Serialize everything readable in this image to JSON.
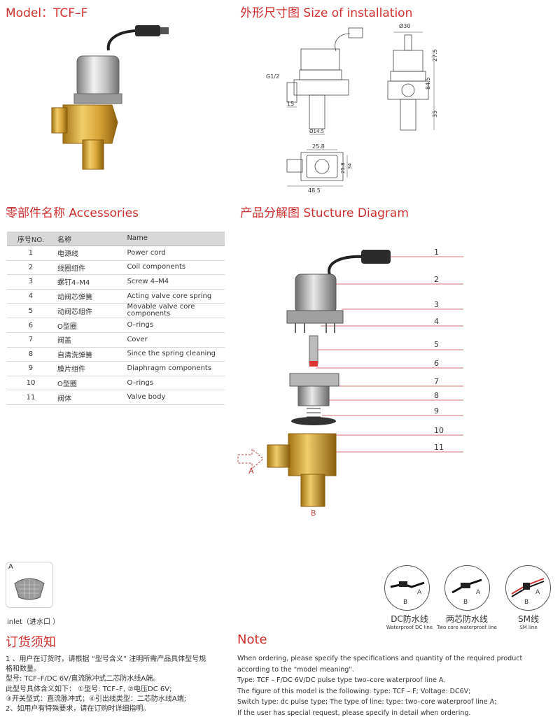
{
  "model_title": "Model：TCF–F",
  "size_title": "外形尺寸图 Size of installation",
  "accessories_title": "零部件名称 Accessories",
  "structure_title": "产品分解图 Stucture Diagram",
  "dimensions": {
    "phi30": "Ø30",
    "g12": "G1/2",
    "d15": "15",
    "phi145": "Ø14.5",
    "d275": "27.5",
    "d845": "84.5",
    "d35": "35",
    "d258a": "25.8",
    "d258b": "25.8",
    "d34": "34",
    "d485": "48.5"
  },
  "table": {
    "headers": [
      "序号NO.",
      "名称",
      "Name"
    ],
    "rows": [
      {
        "no": "1",
        "cn": "电源线",
        "en": "Power cord"
      },
      {
        "no": "2",
        "cn": "线圈组件",
        "en": "Coil components"
      },
      {
        "no": "3",
        "cn": "螺钉4–M4",
        "en": "Screw 4–M4"
      },
      {
        "no": "4",
        "cn": "动阀芯弹簧",
        "en": "Acting valve core spring"
      },
      {
        "no": "5",
        "cn": "动阀芯组件",
        "en": "Movable valve core components"
      },
      {
        "no": "6",
        "cn": "O型圈",
        "en": "O–rings"
      },
      {
        "no": "7",
        "cn": "阀盖",
        "en": "Cover"
      },
      {
        "no": "8",
        "cn": "自清洗弹簧",
        "en": "Since the spring cleaning"
      },
      {
        "no": "9",
        "cn": "膜片组件",
        "en": "Diaphragm components"
      },
      {
        "no": "10",
        "cn": "O型圈",
        "en": "O–rings"
      },
      {
        "no": "11",
        "cn": "阀体",
        "en": "Valve body"
      }
    ]
  },
  "callouts": [
    "1",
    "2",
    "3",
    "4",
    "5",
    "6",
    "7",
    "8",
    "9",
    "10",
    "11"
  ],
  "flow": {
    "a": "A",
    "b": "B"
  },
  "inlet": {
    "label": "A",
    "caption": "inlet（进水口 ）"
  },
  "wires": [
    {
      "cn": "DC防水线",
      "en": "Waterproof  DC line",
      "a": "A",
      "b": "B"
    },
    {
      "cn": "两芯防水线",
      "en": "Two core waterproof line",
      "a": "A",
      "b": "B"
    },
    {
      "cn": "SM线",
      "en": "SM line",
      "a": "A",
      "b": "B"
    }
  ],
  "order": {
    "title": "订货须知",
    "lines": [
      "1 、用户在订货时，请根据 “型号含义” 注明所需产品具体型号规",
      "格和数量。",
      " 型号: TCF–F/DC 6V/直流脉冲式二芯防水线A端。",
      " 此型号具体含义如下： ①型号: TCF–F, ②电压DC 6V;",
      " ③开关型式：直流脉冲式；④引出线类型：二芯防水线A端;",
      "2、如用户有特殊要求，请在订购时详细指明。"
    ]
  },
  "note": {
    "title": "Note",
    "lines": [
      "When ordering, please specify the specifications and quantity of the required product",
      "according to the \"model meaning\".",
      "Type: TCF – F/DC 6V/DC pulse type two–core waterproof line A.",
      "The figure of this model is the following: type: TCF – F; Voltage: DC6V;",
      "Switch type: dc pulse type; The type of line: type: two–core waterproof line A;",
      "If the user has special request, please specify in detail when ordering."
    ]
  }
}
